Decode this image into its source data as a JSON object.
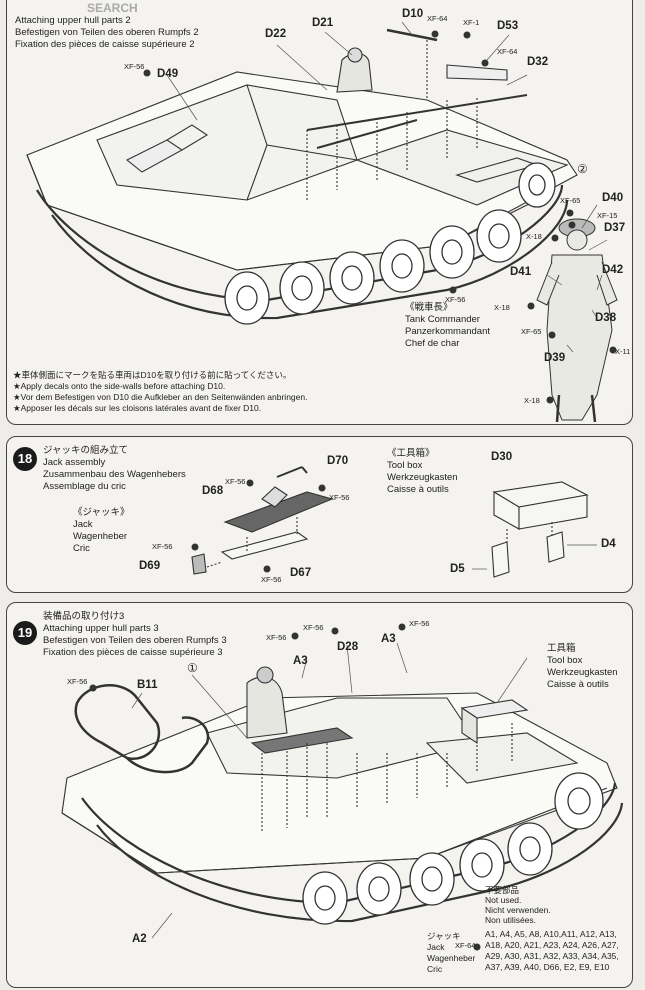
{
  "header": {
    "watermark": "SEARCH"
  },
  "step17": {
    "title_de": "Befestigen von Teilen des oberen Rumpfs 2",
    "title_fr": "Fixation des pièces de caisse supérieure 2",
    "title_en": "Attaching upper hull parts 2",
    "parts": [
      "D10",
      "D21",
      "D22",
      "D49",
      "D53",
      "D32",
      "D40",
      "D37",
      "D41",
      "D42",
      "D38",
      "D39"
    ],
    "paints": [
      "XF-64",
      "XF-1",
      "XF-56",
      "XF-64",
      "XF-65",
      "XF-15",
      "X-18",
      "XF-56",
      "X-18",
      "XF-65",
      "X-11",
      "X-18"
    ],
    "marker": "②",
    "commander_jp": "《戦車長》",
    "commander_en": "Tank Commander",
    "commander_de": "Panzerkommandant",
    "commander_fr": "Chef de char",
    "notes": [
      "★車体側面にマークを貼る車両はD10を取り付ける前に貼ってください。",
      "★Apply decals onto the side-walls before attaching D10.",
      "★Vor dem Befestigen von D10 die Aufkleber an den Seitenwänden anbringen.",
      "★Apposer les décals sur les cloisons latérales avant de fixer D10."
    ]
  },
  "step18": {
    "number": "18",
    "title_jp": "ジャッキの組み立て",
    "title_en": "Jack assembly",
    "title_de": "Zusammenbau des Wagenhebers",
    "title_fr": "Assemblage du cric",
    "jack_jp": "《ジャッキ》",
    "jack_en": "Jack",
    "jack_de": "Wagenheber",
    "jack_fr": "Cric",
    "toolbox_jp": "《工具箱》",
    "toolbox_en": "Tool box",
    "toolbox_de": "Werkzeugkasten",
    "toolbox_fr": "Caisse à outils",
    "parts": [
      "D70",
      "D68",
      "D69",
      "D67",
      "D30",
      "D4",
      "D5"
    ],
    "paints": [
      "XF-56",
      "XF-56",
      "XF-56",
      "XF-56"
    ]
  },
  "step19": {
    "number": "19",
    "title_jp": "装備品の取り付け3",
    "title_en": "Attaching upper hull parts 3",
    "title_de": "Befestigen von Teilen des oberen Rumpfs 3",
    "title_fr": "Fixation des pièces de caisse supérieure 3",
    "parts": [
      "B11",
      "A3",
      "D28",
      "A3",
      "A2"
    ],
    "paints": [
      "XF-56",
      "XF-56",
      "XF-56",
      "XF-56",
      "XF-64"
    ],
    "marker": "①",
    "toolbox_jp": "工具箱",
    "toolbox_en": "Tool box",
    "toolbox_de": "Werkzeugkasten",
    "toolbox_fr": "Caisse à outils",
    "jack_jp": "ジャッキ",
    "jack_en": "Jack",
    "jack_de": "Wagenheber",
    "jack_fr": "Cric",
    "unused_jp": "不要部品",
    "unused_en": "Not used.",
    "unused_de": "Nicht verwenden.",
    "unused_fr": "Non utilisées.",
    "unused_list": [
      "A1, A4, A5, A8, A10,A11, A12, A13,",
      "A18, A20, A21, A23, A24, A26, A27,",
      "A29, A30, A31, A32, A33, A34, A35,",
      "A37, A39, A40, D66, E2, E9, E10"
    ]
  }
}
